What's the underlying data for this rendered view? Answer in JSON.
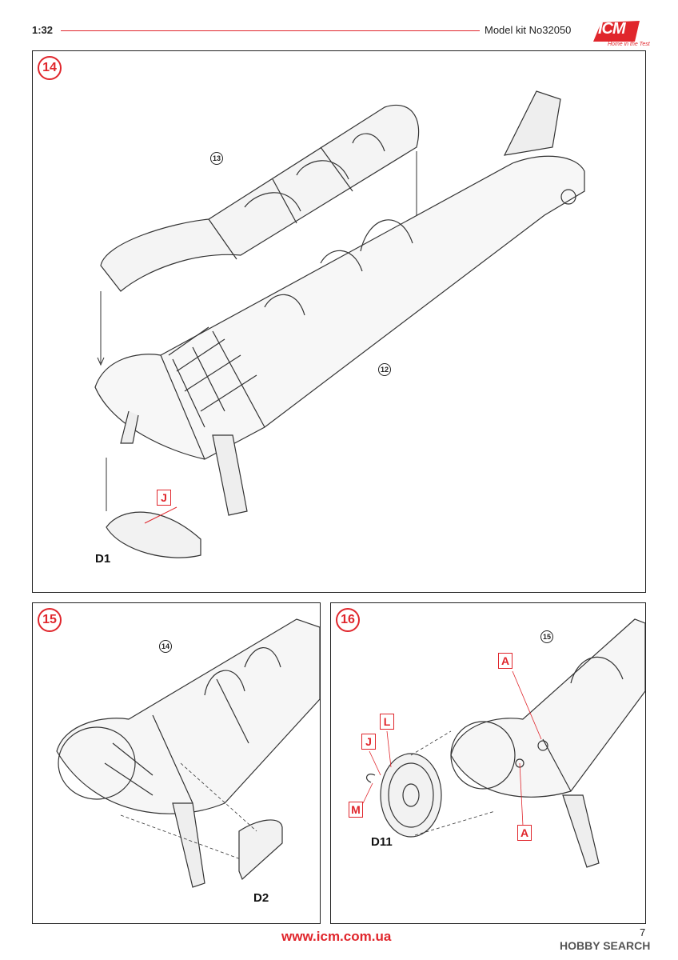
{
  "header": {
    "scale": "1:32",
    "kit": "Model kit No32050"
  },
  "logo": {
    "brand": "ICM",
    "tagline": "Ноте in the Test"
  },
  "steps": [
    {
      "number": "14",
      "ref": "13",
      "ref2": "12",
      "part": "D1",
      "tag": "J"
    },
    {
      "number": "15",
      "ref": "14",
      "part": "D2"
    },
    {
      "number": "16",
      "ref": "15",
      "part": "D11",
      "tags": [
        "A",
        "L",
        "J",
        "M",
        "A"
      ]
    }
  ],
  "footer": {
    "url": "www.icm.com.ua",
    "page": "7",
    "watermark": "HOBBY SEARCH"
  }
}
